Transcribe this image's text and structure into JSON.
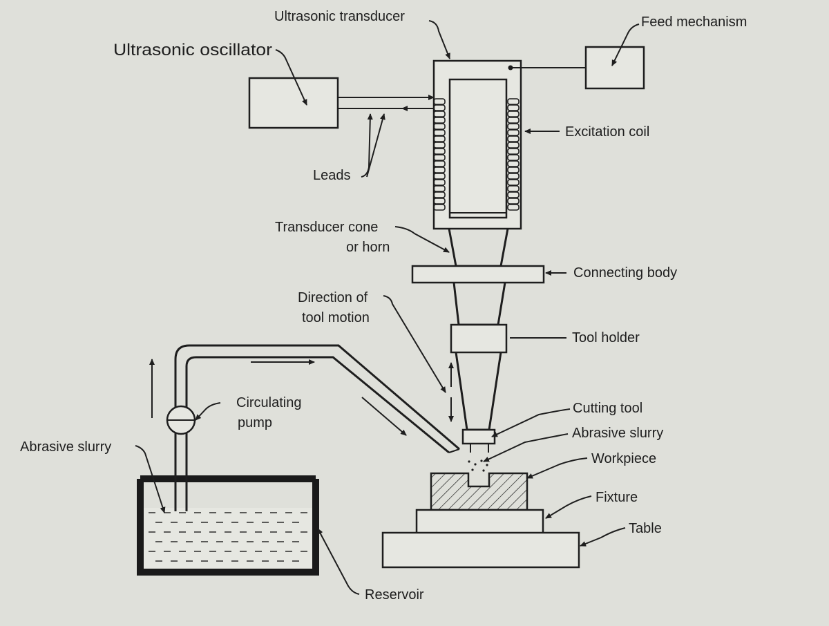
{
  "labels": {
    "ultrasonic_transducer": "Ultrasonic transducer",
    "feed_mechanism": "Feed mechanism",
    "ultrasonic_oscillator": "Ultrasonic oscillator",
    "excitation_coil": "Excitation coil",
    "leads": "Leads",
    "transducer_cone_line1": "Transducer cone",
    "transducer_cone_line2": "or horn",
    "connecting_body": "Connecting body",
    "direction_line1": "Direction of",
    "direction_line2": "tool motion",
    "tool_holder": "Tool holder",
    "circulating_pump_line1": "Circulating",
    "circulating_pump_line2": "pump",
    "cutting_tool": "Cutting tool",
    "abrasive_slurry_right": "Abrasive slurry",
    "abrasive_slurry_left": "Abrasive slurry",
    "workpiece": "Workpiece",
    "fixture": "Fixture",
    "table": "Table",
    "reservoir": "Reservoir"
  }
}
